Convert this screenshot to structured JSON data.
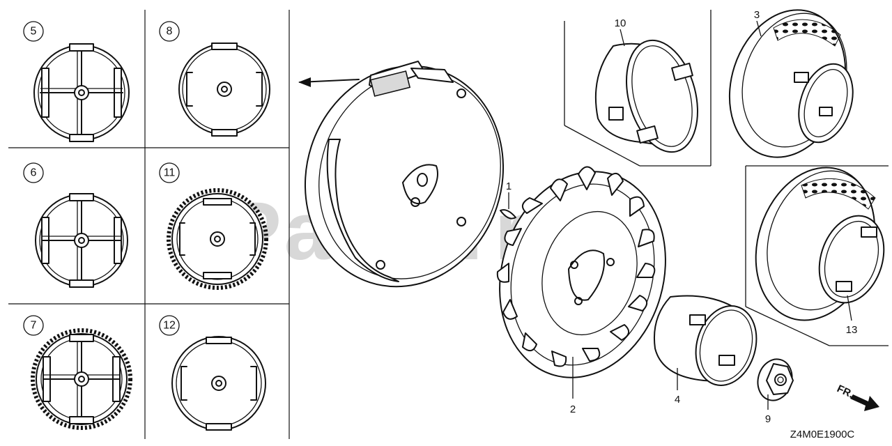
{
  "watermark": "PartsTree",
  "drawing_code": "Z4M0E1900C",
  "direction_label": "FR.",
  "callouts": {
    "p5": "5",
    "p8": "8",
    "p6": "6",
    "p11": "11",
    "p7": "7",
    "p12": "12",
    "p1": "1",
    "p2": "2",
    "p3": "3",
    "p4": "4",
    "p9": "9",
    "p10": "10",
    "p13": "13"
  },
  "colors": {
    "line": "#111111",
    "watermark": "#c8c8c8",
    "background": "#ffffff"
  }
}
